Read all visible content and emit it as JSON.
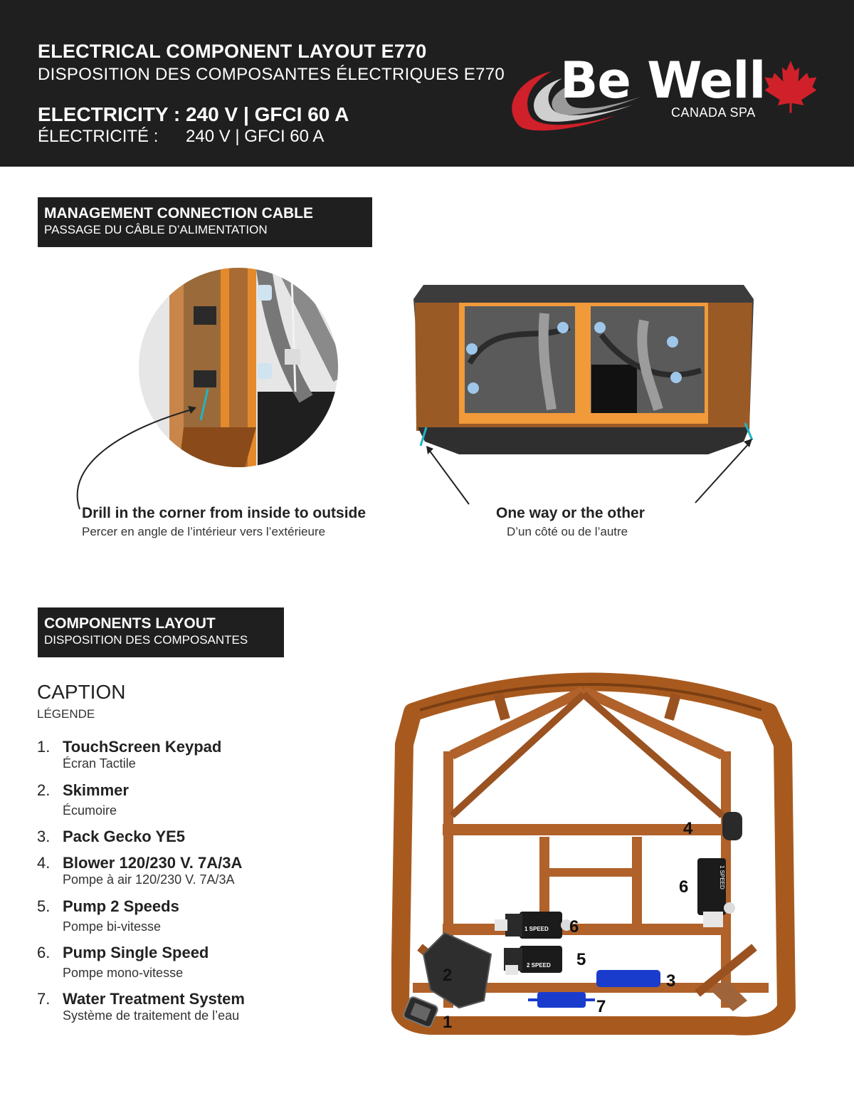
{
  "header": {
    "title": "ELECTRICAL COMPONENT LAYOUT E770",
    "subtitle": "DISPOSITION DES COMPOSANTES ÉLECTRIQUES E770",
    "electricity_label": "ELECTRICITY :",
    "electricity_value": "240 V | GFCI 60 A",
    "electricity_label_fr": "ÉLECTRICITÉ :",
    "electricity_value_fr": "240 V | GFCI 60 A"
  },
  "logo": {
    "name": "Be Well",
    "tagline": "CANADA SPA",
    "icon": "maple-leaf-icon",
    "colors": {
      "red": "#d0202a",
      "grey": "#bbbbbb",
      "white": "#ffffff"
    }
  },
  "section_cable": {
    "title": "MANAGEMENT CONNECTION CABLE",
    "subtitle": "PASSAGE DU CÂBLE D’ALIMENTATION",
    "caption_left_en": "Drill in the corner from inside to outside",
    "caption_left_fr": "Percer en angle de l’intérieur vers l’extérieure",
    "caption_right_en": "One way or the other",
    "caption_right_fr": "D’un côté ou de l’autre"
  },
  "section_layout": {
    "title": "COMPONENTS LAYOUT",
    "subtitle": "DISPOSITION DES COMPOSANTES"
  },
  "caption": {
    "title": "CAPTION",
    "subtitle": "LÉGENDE",
    "items": [
      {
        "num": "1.",
        "en": "TouchScreen Keypad",
        "fr": "Écran Tactile"
      },
      {
        "num": "2.",
        "en": "Skimmer",
        "fr": "Écumoire"
      },
      {
        "num": "3.",
        "en": "Pack Gecko YE5",
        "fr": ""
      },
      {
        "num": "4.",
        "en": "Blower 120/230  V. 7A/3A",
        "fr": "Pompe à air 120/230  V. 7A/3A"
      },
      {
        "num": "5.",
        "en": "Pump 2 Speeds",
        "fr": "Pompe bi-vitesse"
      },
      {
        "num": "6.",
        "en": "Pump Single Speed",
        "fr": "Pompe mono-vitesse"
      },
      {
        "num": "7.",
        "en": "Water Treatment System",
        "fr": "Système de traitement de l’eau"
      }
    ]
  },
  "diagram": {
    "labels": [
      "1",
      "2",
      "3",
      "4",
      "5",
      "6",
      "6",
      "7"
    ],
    "pump_labels": {
      "single": "1 SPEED",
      "double": "2 SPEED",
      "vertical": "1 SPEED"
    },
    "colors": {
      "wood": "#b5652a",
      "wood_dark": "#8a4a1a",
      "cable": "#1fb5c6",
      "blue_part": "#1a3ccc"
    }
  }
}
